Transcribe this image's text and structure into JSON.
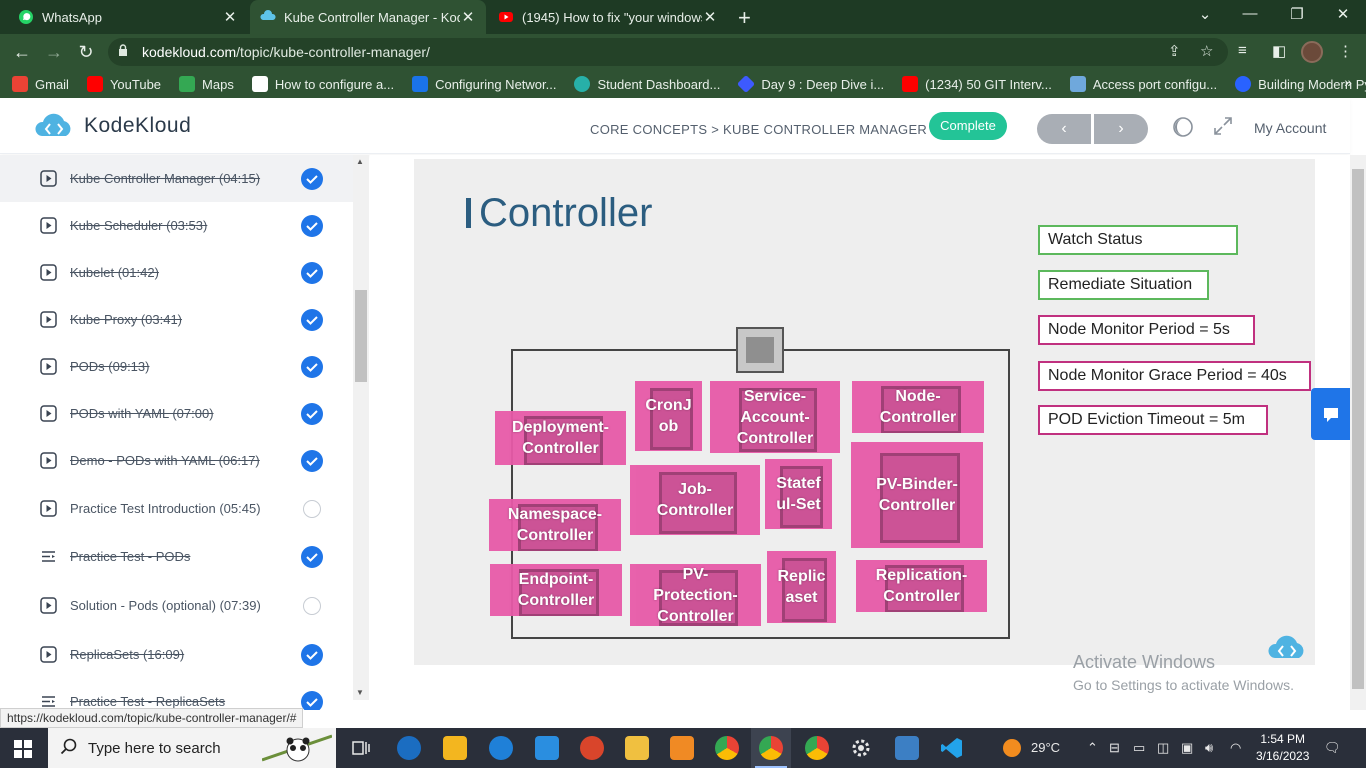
{
  "browser": {
    "tabs": [
      {
        "title": "WhatsApp",
        "icon": "whatsapp-icon"
      },
      {
        "title": "Kube Controller Manager - Kode",
        "icon": "kodekloud-icon"
      },
      {
        "title": "(1945) How to fix \"your windows",
        "icon": "youtube-icon"
      }
    ],
    "url_domain": "kodekloud.com",
    "url_path": "/topic/kube-controller-manager/",
    "bookmarks": [
      {
        "label": "Gmail",
        "color": "#ea4335"
      },
      {
        "label": "YouTube",
        "color": "#ff0000"
      },
      {
        "label": "Maps",
        "color": "#34a853"
      },
      {
        "label": "How to configure a...",
        "color": "#ffffff"
      },
      {
        "label": "Configuring Networ...",
        "color": "#1a73e8"
      },
      {
        "label": "Student Dashboard...",
        "color": "#27b0a8"
      },
      {
        "label": "Day 9 : Deep Dive i...",
        "color": "#3d5afe"
      },
      {
        "label": "(1234) 50 GIT Interv...",
        "color": "#ff0000"
      },
      {
        "label": "Access port configu...",
        "color": "#6fa8dc"
      },
      {
        "label": "Building Modern Py...",
        "color": "#2962ff"
      }
    ],
    "more_label": "»"
  },
  "header": {
    "brand": "KodeKloud",
    "breadcrumb": "CORE CONCEPTS > KUBE CONTROLLER MANAGER",
    "complete_label": "Complete",
    "prev_label": "‹",
    "next_label": "›",
    "account_label": "My Account"
  },
  "lessons": [
    {
      "title": "Kube Controller Manager (04:15)",
      "icon": "play-icon",
      "done": true
    },
    {
      "title": "Kube Scheduler (03:53)",
      "icon": "play-icon",
      "done": true
    },
    {
      "title": "Kubelet (01:42)",
      "icon": "play-icon",
      "done": true
    },
    {
      "title": "Kube Proxy (03:41)",
      "icon": "play-icon",
      "done": true
    },
    {
      "title": "PODs (09:13)",
      "icon": "play-icon",
      "done": true
    },
    {
      "title": "PODs with YAML (07:00)",
      "icon": "play-icon",
      "done": true
    },
    {
      "title": "Demo - PODs with YAML (06:17)",
      "icon": "play-icon",
      "done": true
    },
    {
      "title": "Practice Test Introduction (05:45)",
      "icon": "play-icon",
      "done": false
    },
    {
      "title": "Practice Test - PODs",
      "icon": "list-icon",
      "done": true
    },
    {
      "title": "Solution - Pods (optional) (07:39)",
      "icon": "play-icon",
      "done": false
    },
    {
      "title": "ReplicaSets (16:09)",
      "icon": "play-icon",
      "done": true
    },
    {
      "title": "Practice Test - ReplicaSets",
      "icon": "list-icon",
      "done": true
    }
  ],
  "slide": {
    "title": "Controller",
    "controllers": [
      {
        "id": "deployment",
        "label": "Deployment-\nController"
      },
      {
        "id": "cronjob",
        "label": "CronJ\nob"
      },
      {
        "id": "service-account",
        "label": "Service-\nAccount-\nController"
      },
      {
        "id": "node",
        "label": "Node-\nController"
      },
      {
        "id": "namespace",
        "label": "Namespace-\nController"
      },
      {
        "id": "job",
        "label": "Job-\nController"
      },
      {
        "id": "statefulset",
        "label": "Statef\nul-Set"
      },
      {
        "id": "pv-binder",
        "label": "PV-Binder-\nController"
      },
      {
        "id": "endpoint",
        "label": "Endpoint-\nController"
      },
      {
        "id": "pv-protection",
        "label": "PV-\nProtection-\nController"
      },
      {
        "id": "replicaset",
        "label": "Replic\naset"
      },
      {
        "id": "replication",
        "label": "Replication-\nController"
      }
    ],
    "info_boxes": [
      {
        "text": "Watch Status",
        "style": "green"
      },
      {
        "text": "Remediate Situation",
        "style": "green"
      },
      {
        "text": "Node Monitor Period = 5s",
        "style": "pink"
      },
      {
        "text": "Node Monitor Grace Period = 40s",
        "style": "pink"
      },
      {
        "text": "POD Eviction Timeout = 5m",
        "style": "pink"
      }
    ],
    "watermark_line1": "Activate Windows",
    "watermark_line2": "Go to Settings to activate Windows."
  },
  "status_url": "https://kodekloud.com/topic/kube-controller-manager/#",
  "taskbar": {
    "search_placeholder": "Type here to search",
    "weather": "29°C",
    "time": "1:54 PM",
    "date": "3/16/2023"
  }
}
